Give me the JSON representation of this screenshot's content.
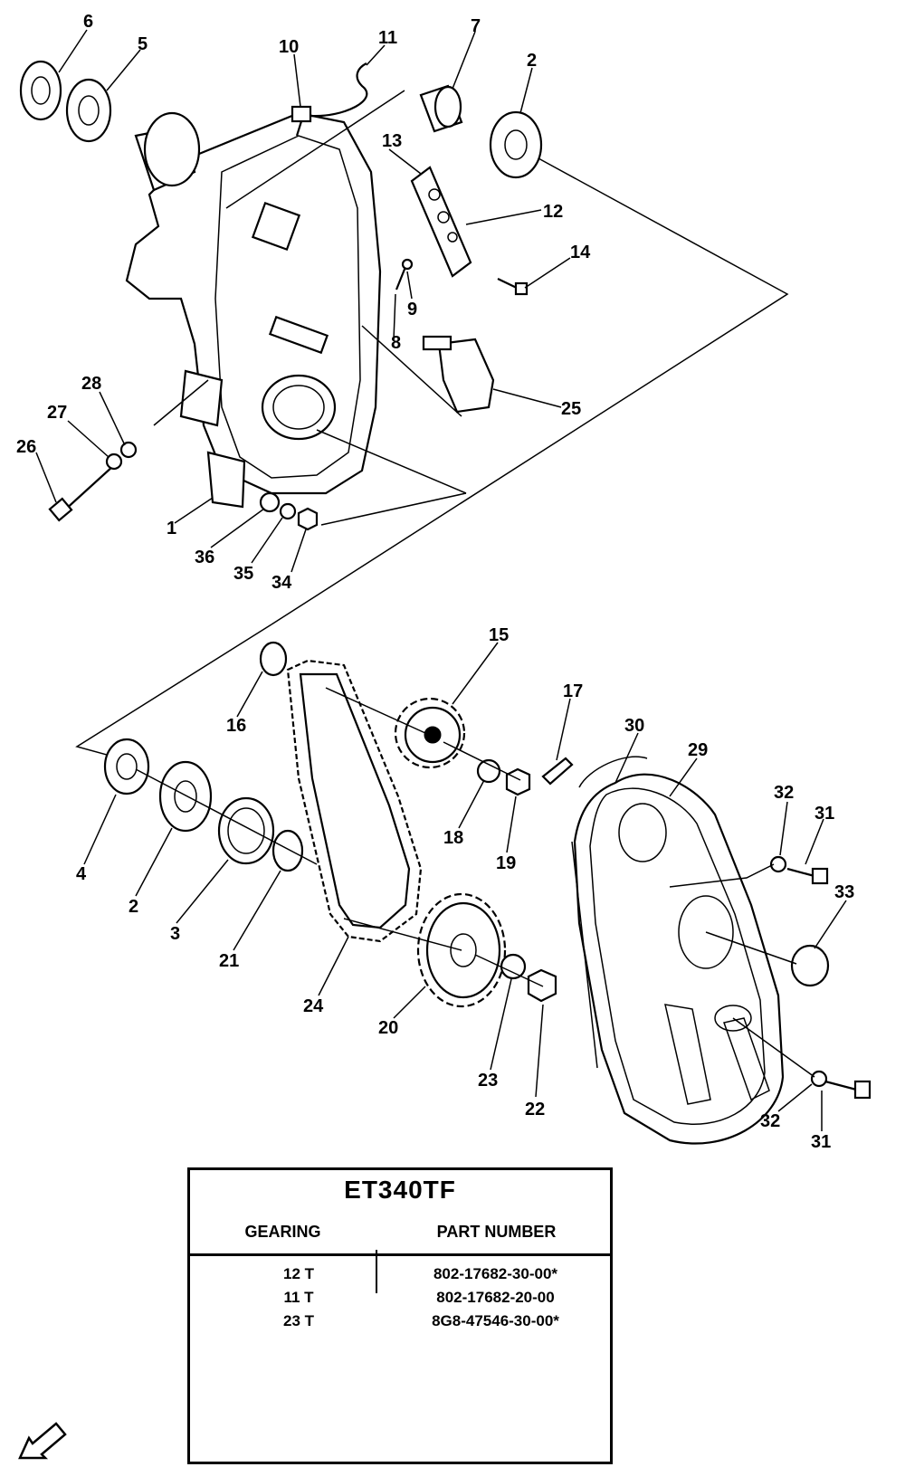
{
  "diagram": {
    "callouts": [
      {
        "id": "c6",
        "text": "6"
      },
      {
        "id": "c5",
        "text": "5"
      },
      {
        "id": "c10",
        "text": "10"
      },
      {
        "id": "c11",
        "text": "11"
      },
      {
        "id": "c7",
        "text": "7"
      },
      {
        "id": "c2a",
        "text": "2"
      },
      {
        "id": "c13",
        "text": "13"
      },
      {
        "id": "c12",
        "text": "12"
      },
      {
        "id": "c14",
        "text": "14"
      },
      {
        "id": "c9",
        "text": "9"
      },
      {
        "id": "c8",
        "text": "8"
      },
      {
        "id": "c25",
        "text": "25"
      },
      {
        "id": "c28",
        "text": "28"
      },
      {
        "id": "c27",
        "text": "27"
      },
      {
        "id": "c26",
        "text": "26"
      },
      {
        "id": "c1",
        "text": "1"
      },
      {
        "id": "c36",
        "text": "36"
      },
      {
        "id": "c35",
        "text": "35"
      },
      {
        "id": "c34",
        "text": "34"
      },
      {
        "id": "c15",
        "text": "15"
      },
      {
        "id": "c16",
        "text": "16"
      },
      {
        "id": "c17",
        "text": "17"
      },
      {
        "id": "c30",
        "text": "30"
      },
      {
        "id": "c29",
        "text": "29"
      },
      {
        "id": "c32a",
        "text": "32"
      },
      {
        "id": "c31a",
        "text": "31"
      },
      {
        "id": "c33",
        "text": "33"
      },
      {
        "id": "c18",
        "text": "18"
      },
      {
        "id": "c19",
        "text": "19"
      },
      {
        "id": "c4",
        "text": "4"
      },
      {
        "id": "c2b",
        "text": "2"
      },
      {
        "id": "c3",
        "text": "3"
      },
      {
        "id": "c21",
        "text": "21"
      },
      {
        "id": "c24",
        "text": "24"
      },
      {
        "id": "c20",
        "text": "20"
      },
      {
        "id": "c23",
        "text": "23"
      },
      {
        "id": "c22",
        "text": "22"
      },
      {
        "id": "c32b",
        "text": "32"
      },
      {
        "id": "c31b",
        "text": "31"
      }
    ],
    "front_arrow_icon": "front-arrow-icon"
  },
  "table": {
    "title": "ET340TF",
    "headers": {
      "gearing": "GEARING",
      "part_number": "PART NUMBER"
    },
    "rows": [
      {
        "gearing": "12 T",
        "part_number": "802-17682-30-00*"
      },
      {
        "gearing": "11 T",
        "part_number": "802-17682-20-00"
      },
      {
        "gearing": "23 T",
        "part_number": "8G8-47546-30-00*"
      }
    ]
  }
}
